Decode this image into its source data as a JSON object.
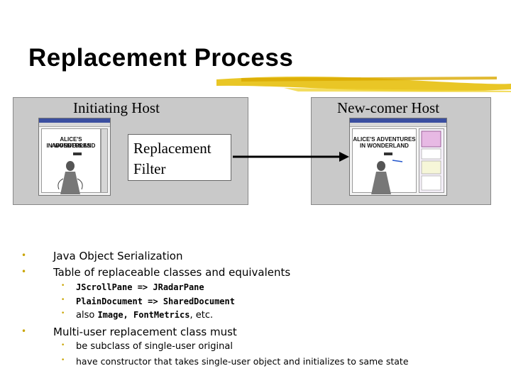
{
  "slide": {
    "title": "Replacement Process"
  },
  "diagram": {
    "initiating_host_label": "Initiating Host",
    "newcomer_host_label": "New-comer Host",
    "filter_label_line1": "Replacement",
    "filter_label_line2": "Filter",
    "book_title_line1": "ALICE'S ADVENTURES",
    "book_title_line2": "IN WONDERLAND",
    "colors": {
      "panel": "#c9c9c9",
      "brush": "#e8c31a",
      "bullet": "#c9a400"
    }
  },
  "bullets": [
    {
      "text": "Java Object Serialization"
    },
    {
      "text": "Table of replaceable classes and equivalents",
      "sub": [
        {
          "text": "JScrollPane => JRadarPane"
        },
        {
          "text": "PlainDocument => SharedDocument"
        },
        {
          "pre": "also ",
          "code": "Image, FontMetrics",
          "post": ", etc."
        }
      ]
    },
    {
      "text": "Multi-user replacement class must",
      "sub": [
        {
          "text": "be subclass of single-user original"
        },
        {
          "text": "have constructor that takes single-user object and initializes to same state"
        }
      ]
    }
  ]
}
